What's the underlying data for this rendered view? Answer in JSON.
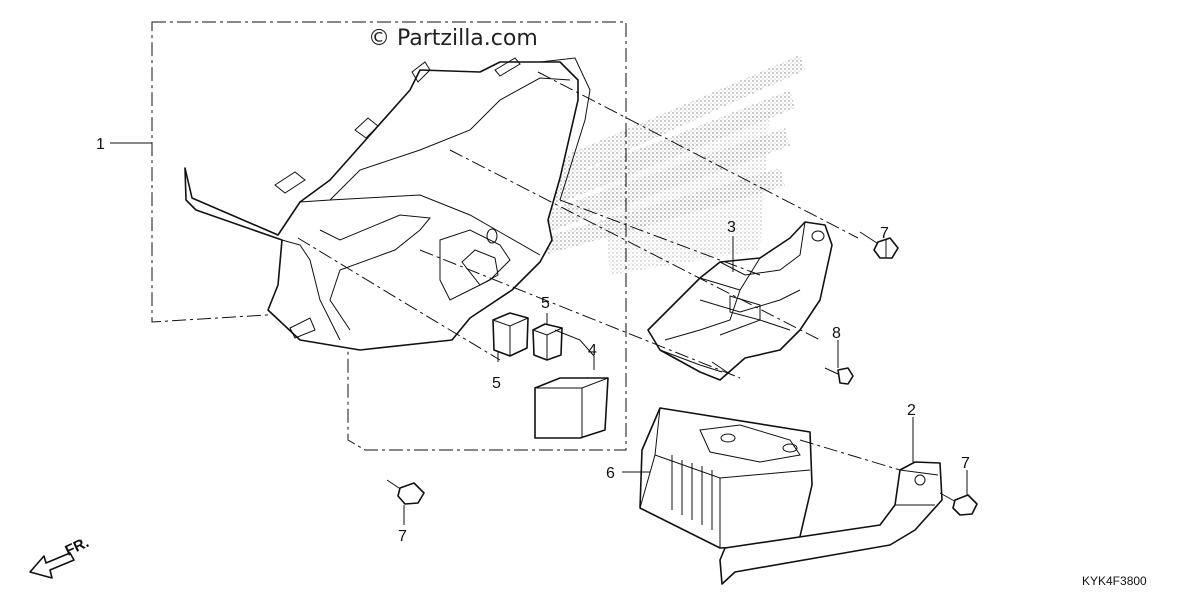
{
  "watermark": "© Partzilla.com",
  "diagram_code": "KYK4F3800",
  "direction_label": "FR.",
  "callouts": [
    {
      "id": "c1",
      "label": "1"
    },
    {
      "id": "c2",
      "label": "2"
    },
    {
      "id": "c3",
      "label": "3"
    },
    {
      "id": "c4",
      "label": "4"
    },
    {
      "id": "c5a",
      "label": "5"
    },
    {
      "id": "c5b",
      "label": "5"
    },
    {
      "id": "c6",
      "label": "6"
    },
    {
      "id": "c7a",
      "label": "7"
    },
    {
      "id": "c7b",
      "label": "7"
    },
    {
      "id": "c7c",
      "label": "7"
    },
    {
      "id": "c8",
      "label": "8"
    }
  ]
}
